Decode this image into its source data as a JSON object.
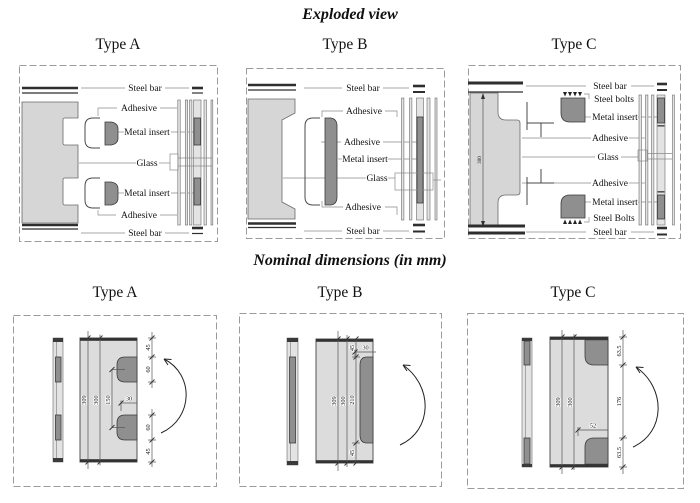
{
  "headers": {
    "exploded": "Exploded view",
    "nominal": "Nominal dimensions (in mm)"
  },
  "types": {
    "a": "Type A",
    "b": "Type B",
    "c": "Type C"
  },
  "colors": {
    "plate_fill": "#d6d6d6",
    "metal_insert_fill": "#8f8f8f",
    "line": "#2e2e2e",
    "dashed_border": "#9b9b9b"
  },
  "exploded": {
    "a": {
      "labels": {
        "steel_bar_top": "Steel bar",
        "adhesive_top": "Adhesive",
        "metal_insert_top": "Metal insert",
        "glass": "Glass",
        "metal_insert_bottom": "Metal insert",
        "adhesive_bottom": "Adhesive",
        "steel_bar_bottom": "Steel bar"
      }
    },
    "b": {
      "labels": {
        "steel_bar_top": "Steel bar",
        "adhesive_top": "Adhesive",
        "adhesive_mid": "Adhesive",
        "metal_insert": "Metal insert",
        "glass": "Glass",
        "adhesive_bottom": "Adhesive",
        "steel_bar_bottom": "Steel bar"
      }
    },
    "c": {
      "labels": {
        "steel_bar_top": "Steel bar",
        "steel_bolts_top": "Steel bolts",
        "metal_insert_top": "Metal insert",
        "adhesive_top": "Adhesive",
        "glass": "Glass",
        "adhesive_bottom": "Adhesive",
        "metal_insert_bottom": "Metal insert",
        "steel_bolts_bottom": "Steel Bolts",
        "steel_bar_bottom": "Steel bar"
      },
      "plate_height": "300"
    }
  },
  "nominal": {
    "a": {
      "dims": {
        "h309": "309",
        "h300": "300",
        "spacing150": "150",
        "depth30": "30",
        "edge_top45": "45",
        "insert_top60": "60",
        "insert_bottom60": "60",
        "edge_bottom45": "45"
      }
    },
    "b": {
      "dims": {
        "h309": "309",
        "h300": "300",
        "insert210": "210",
        "depth30": "30",
        "edge_top45": "45",
        "edge_bottom45": "45"
      }
    },
    "c": {
      "dims": {
        "h309": "309",
        "h300": "300",
        "depth52": "52",
        "edge_top635": "63.5",
        "middle176": "176",
        "edge_bottom635": "63.5"
      }
    }
  }
}
